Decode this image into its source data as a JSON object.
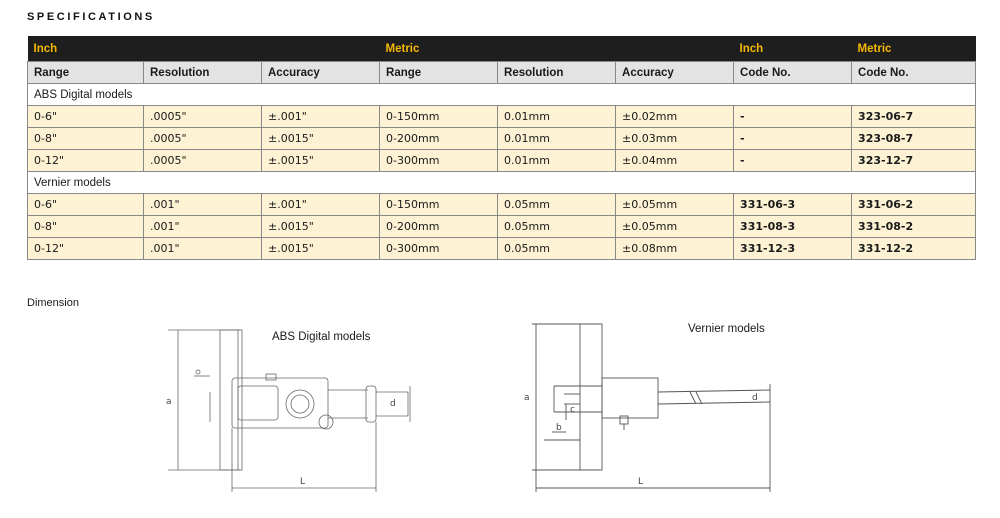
{
  "heading": "SPECIFICATIONS",
  "table": {
    "groups": [
      "Inch",
      "Metric",
      "Inch",
      "Metric"
    ],
    "columns": [
      "Range",
      "Resolution",
      "Accuracy",
      "Range",
      "Resolution",
      "Accuracy",
      "Code No.",
      "Code No."
    ],
    "sections": [
      {
        "title": "ABS Digital models",
        "rows": [
          [
            "0-6\"",
            ".0005\"",
            "±.001\"",
            "0-150mm",
            "0.01mm",
            "±0.02mm",
            "-",
            "323-06-7"
          ],
          [
            "0-8\"",
            ".0005\"",
            "±.0015\"",
            "0-200mm",
            "0.01mm",
            "±0.03mm",
            "-",
            "323-08-7"
          ],
          [
            "0-12\"",
            ".0005\"",
            "±.0015\"",
            "0-300mm",
            "0.01mm",
            "±0.04mm",
            "-",
            "323-12-7"
          ]
        ]
      },
      {
        "title": "Vernier models",
        "rows": [
          [
            "0-6\"",
            ".001\"",
            "±.001\"",
            "0-150mm",
            "0.05mm",
            "±0.05mm",
            "331-06-3",
            "331-06-2"
          ],
          [
            "0-8\"",
            ".001\"",
            "±.0015\"",
            "0-200mm",
            "0.05mm",
            "±0.05mm",
            "331-08-3",
            "331-08-2"
          ],
          [
            "0-12\"",
            ".001\"",
            "±.0015\"",
            "0-300mm",
            "0.05mm",
            "±0.08mm",
            "331-12-3",
            "331-12-2"
          ]
        ]
      }
    ]
  },
  "dimension": {
    "label": "Dimension",
    "digital_caption": "ABS Digital models",
    "vernier_caption": "Vernier models",
    "marks": {
      "L": "L",
      "a": "a",
      "b": "b",
      "c": "c",
      "d": "d"
    }
  },
  "colors": {
    "header_bg": "#1e1e1e",
    "header_text": "#f5b800",
    "row_bg": "#fdf3d4",
    "col_header_bg": "#e3e3e3"
  }
}
